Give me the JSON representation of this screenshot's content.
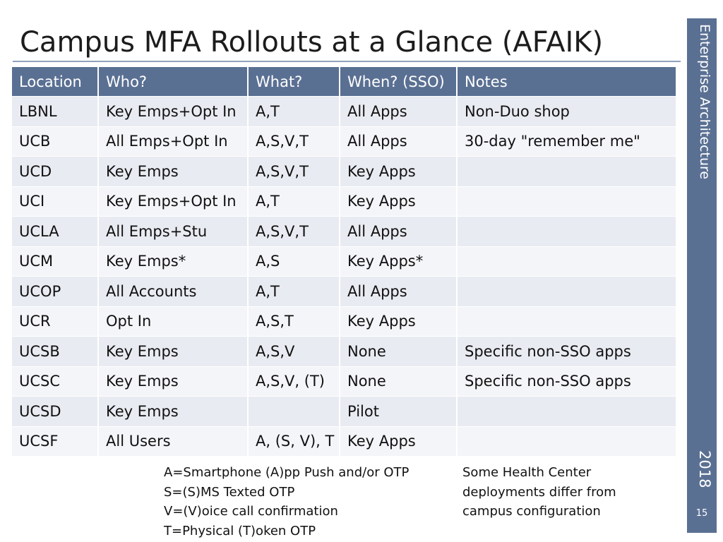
{
  "title": "Campus MFA Rollouts at a Glance (AFAIK)",
  "sidebar": {
    "label": "Enterprise Architecture",
    "year": "2018",
    "page": "15"
  },
  "table": {
    "headers": [
      "Location",
      "Who?",
      "What?",
      "When? (SSO)",
      "Notes"
    ],
    "rows": [
      [
        "LBNL",
        "Key Emps+Opt In",
        "A,T",
        "All Apps",
        "Non-Duo shop"
      ],
      [
        "UCB",
        "All Emps+Opt In",
        "A,S,V,T",
        "All Apps",
        "30-day \"remember me\""
      ],
      [
        "UCD",
        "Key Emps",
        "A,S,V,T",
        "Key Apps",
        ""
      ],
      [
        "UCI",
        "Key Emps+Opt In",
        "A,T",
        "Key Apps",
        ""
      ],
      [
        "UCLA",
        "All Emps+Stu",
        "A,S,V,T",
        "All Apps",
        ""
      ],
      [
        "UCM",
        "Key Emps*",
        "A,S",
        "Key Apps*",
        ""
      ],
      [
        "UCOP",
        "All Accounts",
        "A,T",
        "All Apps",
        ""
      ],
      [
        "UCR",
        "Opt In",
        "A,S,T",
        "Key Apps",
        ""
      ],
      [
        "UCSB",
        "Key Emps",
        "A,S,V",
        "None",
        "Specific non-SSO apps"
      ],
      [
        "UCSC",
        "Key Emps",
        "A,S,V, (T)",
        "None",
        "Specific non-SSO apps"
      ],
      [
        "UCSD",
        "Key Emps",
        "",
        "Pilot",
        ""
      ],
      [
        "UCSF",
        "All Users",
        "A, (S, V), T",
        "Key Apps",
        ""
      ]
    ]
  },
  "legend": [
    "A=Smartphone (A)pp Push and/or OTP",
    "S=(S)MS Texted OTP",
    "V=(V)oice call confirmation",
    "T=Physical (T)oken OTP"
  ],
  "note": [
    "Some Health Center",
    "deployments differ from",
    "campus configuration"
  ]
}
